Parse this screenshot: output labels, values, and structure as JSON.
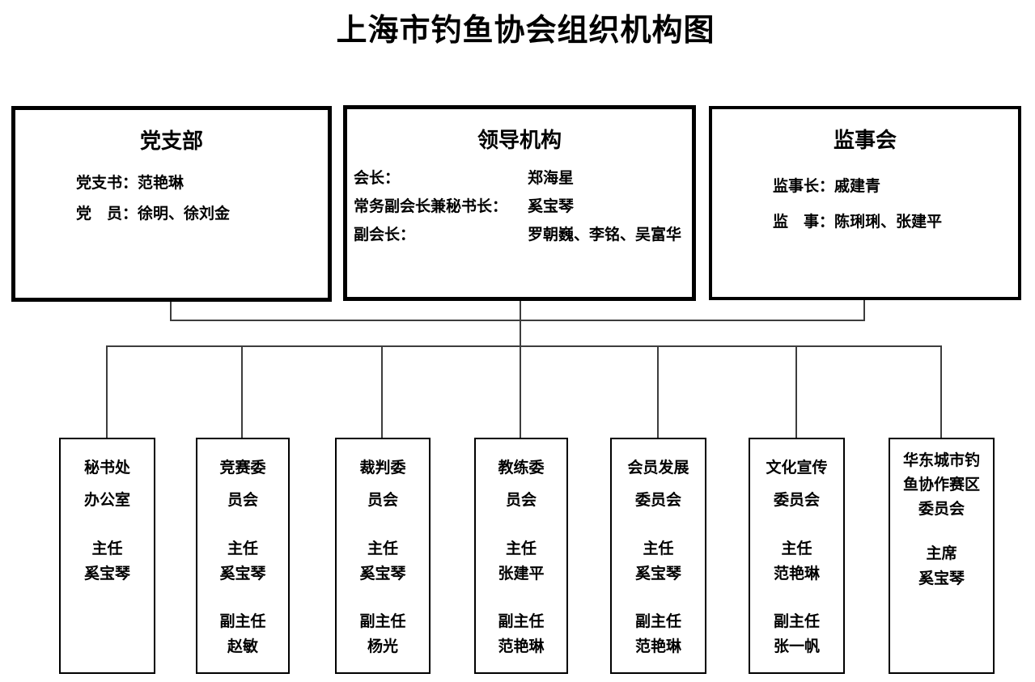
{
  "title": "上海市钓鱼协会组织机构图",
  "top_boxes": [
    {
      "title": "党支部",
      "rows": [
        {
          "label": "党支书：",
          "value": "范艳琳"
        },
        {
          "label": "党　员：",
          "value": "徐明、徐刘金"
        }
      ]
    },
    {
      "title": "领导机构",
      "rows": [
        {
          "label": "会长：",
          "value": "郑海星"
        },
        {
          "label": "常务副会长兼秘书长：",
          "value": "奚宝琴"
        },
        {
          "label": "副会长：",
          "value": "罗朝巍、李铭、吴富华"
        }
      ]
    },
    {
      "title": "监事会",
      "rows": [
        {
          "label": "监事长：",
          "value": "戚建青"
        },
        {
          "label": "监　事：",
          "value": "陈琍琍、张建平"
        }
      ]
    }
  ],
  "bottom_boxes": [
    {
      "name_lines": [
        "秘书处",
        "办公室"
      ],
      "sections": [
        {
          "title": "主任",
          "person": "奚宝琴"
        }
      ]
    },
    {
      "name_lines": [
        "竞赛委",
        "员会"
      ],
      "sections": [
        {
          "title": "主任",
          "person": "奚宝琴"
        },
        {
          "title": "副主任",
          "person": "赵敏"
        }
      ]
    },
    {
      "name_lines": [
        "裁判委",
        "员会"
      ],
      "sections": [
        {
          "title": "主任",
          "person": "奚宝琴"
        },
        {
          "title": "副主任",
          "person": "杨光"
        }
      ]
    },
    {
      "name_lines": [
        "教练委",
        "员会"
      ],
      "sections": [
        {
          "title": "主任",
          "person": "张建平"
        },
        {
          "title": "副主任",
          "person": "范艳琳"
        }
      ]
    },
    {
      "name_lines": [
        "会员发展",
        "委员会"
      ],
      "sections": [
        {
          "title": "主任",
          "person": "奚宝琴"
        },
        {
          "title": "副主任",
          "person": "范艳琳"
        }
      ]
    },
    {
      "name_lines": [
        "文化宣传",
        "委员会"
      ],
      "sections": [
        {
          "title": "主任",
          "person": "范艳琳"
        },
        {
          "title": "副主任",
          "person": "张一帆"
        }
      ]
    },
    {
      "name_lines": [
        "华东城市钓",
        "鱼协作赛区",
        "委员会"
      ],
      "sections": [
        {
          "title": "主席",
          "person": "奚宝琴"
        }
      ]
    }
  ],
  "colors": {
    "text": "#000000",
    "line": "#3d3d3d",
    "box_border": "#000000",
    "background": "#ffffff"
  }
}
